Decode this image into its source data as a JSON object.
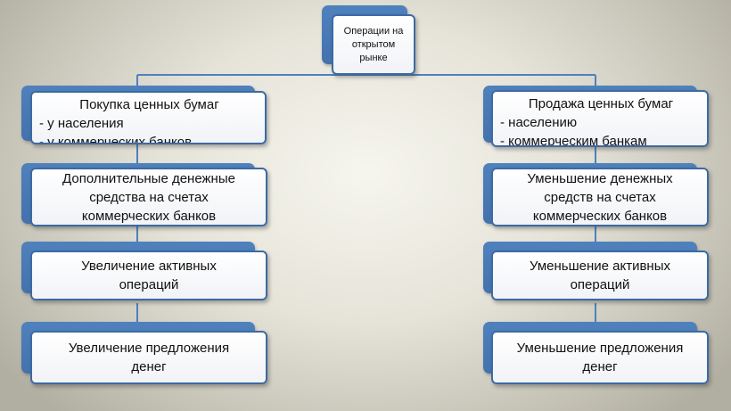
{
  "root": {
    "lines": [
      "Операции на",
      "открытом",
      "рынке"
    ]
  },
  "left": {
    "buy": {
      "title": "Покупка ценных бумаг",
      "items": [
        "- у населения",
        "- у коммерческих банков"
      ]
    },
    "steps": [
      {
        "lines": [
          "Дополнительные денежные",
          "средства на счетах",
          "коммерческих банков"
        ]
      },
      {
        "lines": [
          "Увеличение активных",
          "операций"
        ]
      },
      {
        "lines": [
          "Увеличение предложения",
          "денег"
        ]
      }
    ]
  },
  "right": {
    "sell": {
      "title": "Продажа ценных бумаг",
      "items": [
        "- населению",
        "- коммерческим банкам"
      ]
    },
    "steps": [
      {
        "lines": [
          "Уменьшение денежных",
          "средств на счетах",
          "коммерческих банков"
        ]
      },
      {
        "lines": [
          "Уменьшение активных",
          "операций"
        ]
      },
      {
        "lines": [
          "Уменьшение предложения",
          "денег"
        ]
      }
    ]
  },
  "colors": {
    "accent": "#4f81bd",
    "border": "#3d6aa3",
    "connector": "#4f81bd"
  }
}
